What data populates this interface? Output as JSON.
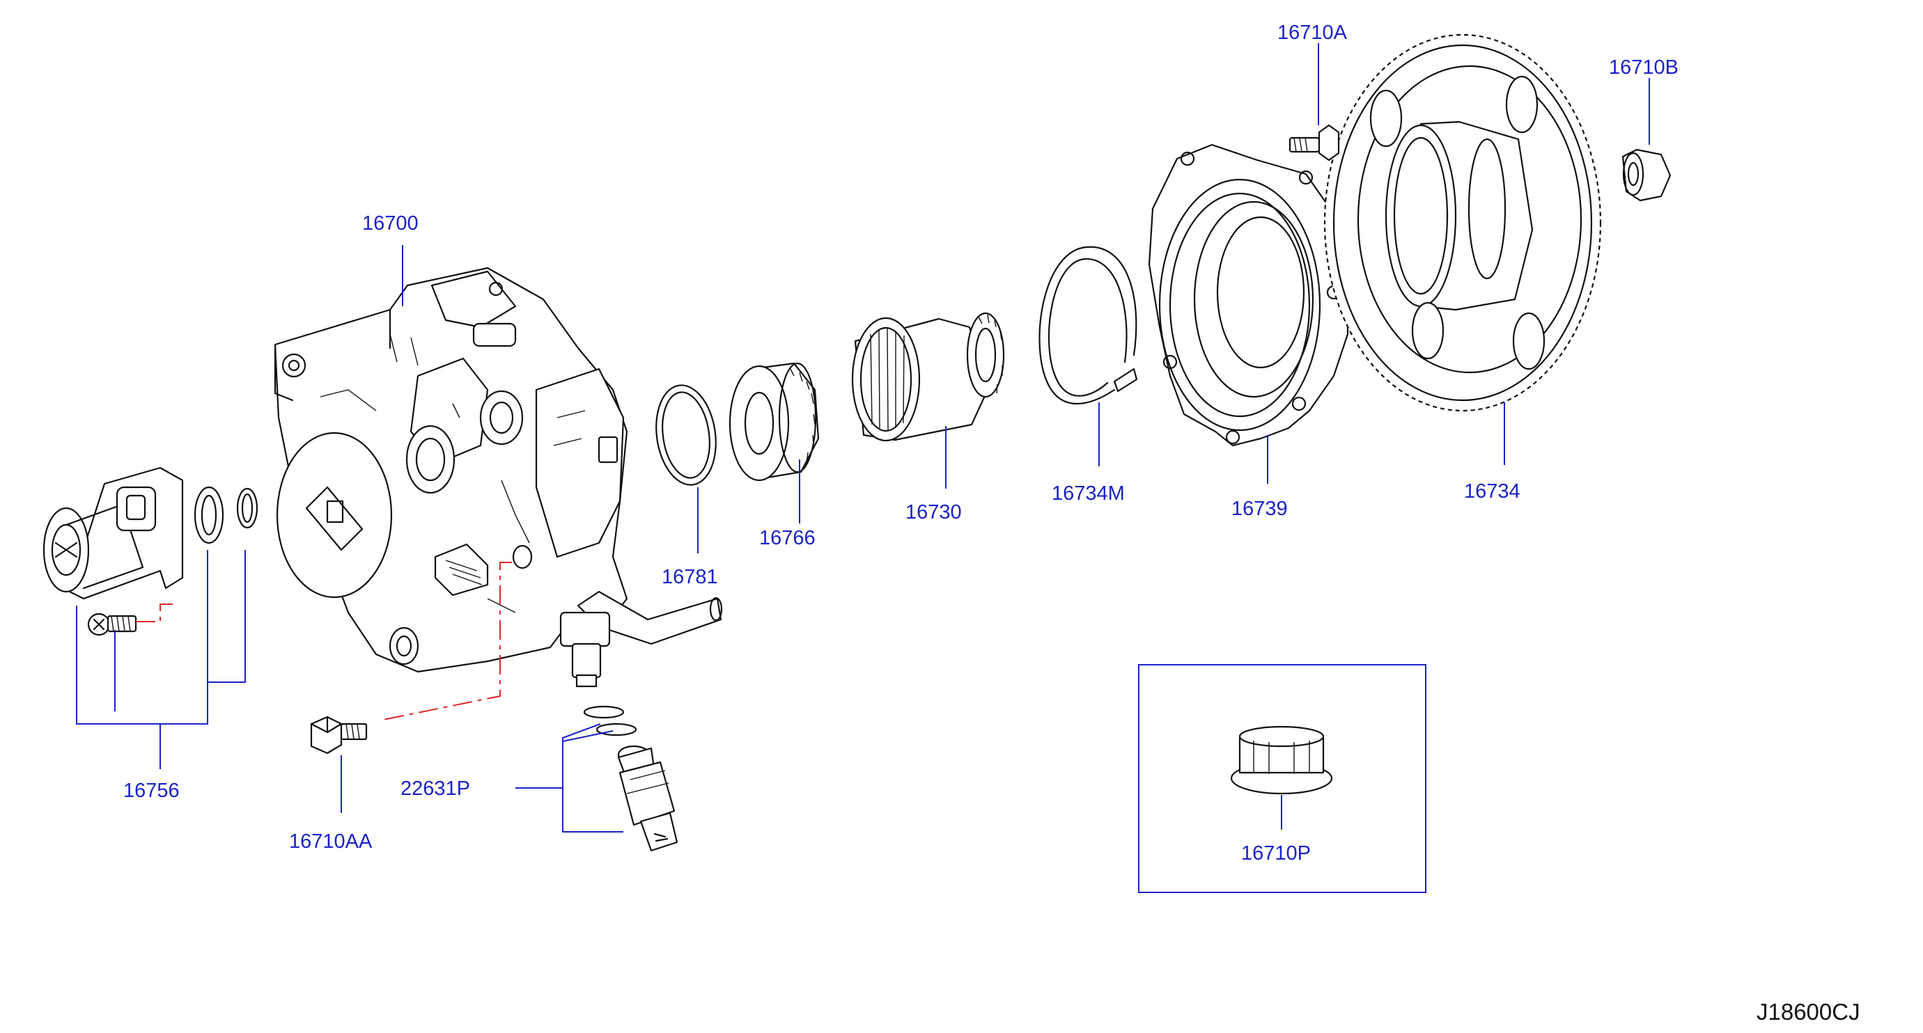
{
  "diagram": {
    "diagram_id": "J18600CJ",
    "colors": {
      "label": "#1a22c8",
      "line": "#111111",
      "phantom_line": "#e0262a",
      "background": "#ffffff"
    },
    "parts": {
      "p16700": "16700",
      "p16781": "16781",
      "p16766": "16766",
      "p16730": "16730",
      "p16734M": "16734M",
      "p16739": "16739",
      "p16734": "16734",
      "p16710A": "16710A",
      "p16710B": "16710B",
      "p16756": "16756",
      "p16710AA": "16710AA",
      "p22631P": "22631P",
      "p16710P": "16710P"
    }
  }
}
